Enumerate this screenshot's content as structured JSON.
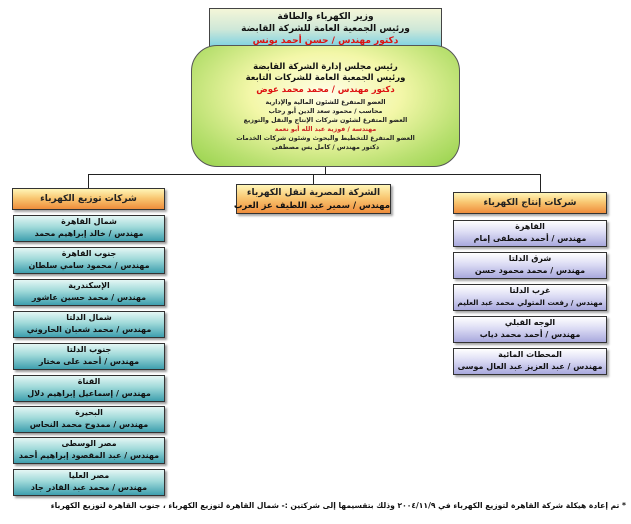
{
  "minister": {
    "line1": "وزير الكهرباء والطاقة",
    "line2": "ورئيس الجمعية العامة للشركة القابضة",
    "name": "دكتور مهندس / حسن أحمد يونس"
  },
  "board": {
    "line1": "رئيس مجلس إدارة الشركة القابضة",
    "line2": "ورئيس الجمعية العامة للشركات التابعة",
    "name": "دكتور مهندس / محمد محمد عوض",
    "members": [
      "العضو المتفرغ للشئون المالية والإدارية",
      "محاسب / محمود سعد الدين أبو رحاب",
      "العضو المتفرغ لشئون شركات الإنتاج والنقل والتوزيع",
      "مهندسة / فوزية عبد الله أبو نعمة",
      "العضو المتفرغ للتخطيط والبحوث وشئون شركات الخدمات",
      "دكتور مهندس / كامل يس مصطفى"
    ]
  },
  "headers": {
    "distribution": "شركات توزيع الكهرباء",
    "transmission_title": "الشركة المصرية لنقل الكهرباء",
    "transmission_person": "مهندس / سمير عبد اللطيف عز العرب",
    "production": "شركات إنتاج الكهرباء"
  },
  "distribution": [
    {
      "name": "شمال القاهرة",
      "person": "مهندس / خالد إبراهيم محمد"
    },
    {
      "name": "جنوب القاهرة",
      "person": "مهندس / محمود سامي سلطان"
    },
    {
      "name": "الإسكندرية",
      "person": "مهندس / محمد حسين عاشور"
    },
    {
      "name": "شمال الدلتا",
      "person": "مهندس / محمد شعبان الحاروني"
    },
    {
      "name": "جنوب الدلتا",
      "person": "مهندس / أحمد على مختار"
    },
    {
      "name": "القناة",
      "person": "مهندس / إسماعيل إبراهيم دلال"
    },
    {
      "name": "البحيرة",
      "person": "مهندس / ممدوح محمد النحاس"
    },
    {
      "name": "مصر الوسطى",
      "person": "مهندس / عبد المقصود إبراهيم أحمد"
    },
    {
      "name": "مصر العليا",
      "person": "مهندس / محمد عبد القادر جاد"
    }
  ],
  "production": [
    {
      "name": "القاهرة",
      "person": "مهندس / أحمد مصطفى إمام"
    },
    {
      "name": "شرق الدلتا",
      "person": "مهندس / محمد محمود حسن"
    },
    {
      "name": "غرب الدلتا",
      "person": "مهندس / رفعت المتولي محمد عبد العليم"
    },
    {
      "name": "الوجه القبلي",
      "person": "مهندس / أحمد محمد دياب"
    },
    {
      "name": "المحطات المائية",
      "person": "مهندس / عبد العزيز عبد العال موسى"
    }
  ],
  "footnote": "* تم إعادة هيكلة شركة القاهرة لتوزيع الكهرباء في ٢٠٠٤/١١/٩ وذلك بتقسيمها إلى شركتين :- شمال القاهرة لتوزيع الكهرباء ، جنوب القاهرة لتوزيع الكهرباء"
}
